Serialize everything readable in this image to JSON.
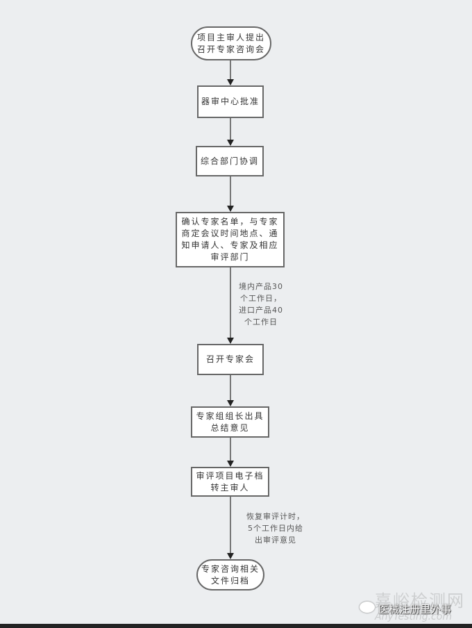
{
  "flowchart": {
    "nodes": [
      {
        "id": "start",
        "label": "项目主审人提出召开专家咨询会"
      },
      {
        "id": "n2",
        "label": "器审中心批准"
      },
      {
        "id": "n3",
        "label": "综合部门协调"
      },
      {
        "id": "n4",
        "label": "确认专家名单，与专家商定会议时间地点、通知申请人、专家及相应审评部门"
      },
      {
        "id": "n5",
        "label": "召开专家会"
      },
      {
        "id": "n6",
        "label": "专家组组长出具总结意见"
      },
      {
        "id": "n7",
        "label": "审评项目电子档转主审人"
      },
      {
        "id": "end",
        "label": "专家咨询相关文件归档"
      }
    ],
    "notes": [
      "境内产品30个工作日，进口产品40个工作日",
      "恢复审评计时，5个工作日内给出审评意见"
    ]
  },
  "watermark": {
    "site": "嘉峪检测网",
    "account": "医械注册里外事",
    "domain": "AnyTesting.com"
  }
}
